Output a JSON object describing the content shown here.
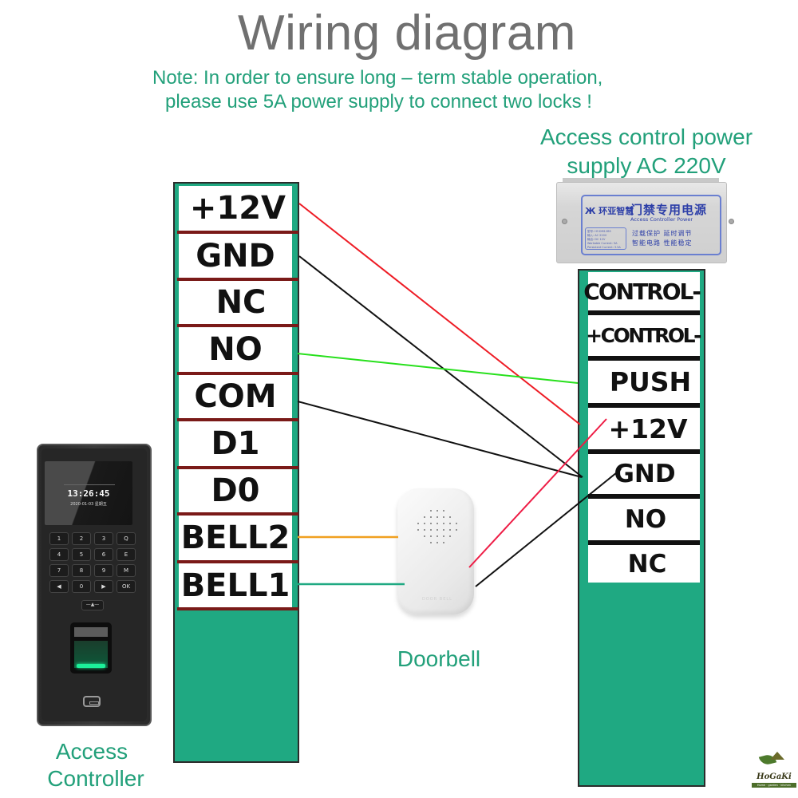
{
  "title": "Wiring diagram",
  "note": {
    "line1": "Note: In order to ensure long – term stable operation,",
    "line2": "please use 5A power supply to connect two locks !"
  },
  "power_supply": {
    "label_line1": "Access control power",
    "label_line2": "supply AC 220V",
    "device": {
      "brand": "环亚智慧",
      "title_cn": "门禁专用电源",
      "title_en": "Access Controller Power",
      "features_line1": "过载保护  延时调节",
      "features_line2": "智能电路  性能稳定",
      "spec_lines": [
        "型号: HY-DM12B5",
        "输入: AC 220V",
        "输出: DC 12V",
        "Workable Current: 5A",
        "Persistent Current: 3.5A"
      ]
    },
    "terminals": [
      {
        "id": "control-minus",
        "label": "CONTROL-"
      },
      {
        "id": "plus-control-minus",
        "label": "+CONTROL-"
      },
      {
        "id": "push",
        "label": "PUSH"
      },
      {
        "id": "plus12v",
        "label": "+12V"
      },
      {
        "id": "gnd",
        "label": "GND"
      },
      {
        "id": "no",
        "label": "NO"
      },
      {
        "id": "nc",
        "label": "NC"
      }
    ]
  },
  "access_controller": {
    "label_line1": "Access",
    "label_line2": "Controller",
    "screen_time": "13:26:45",
    "screen_date": "2020-01-03 星期五",
    "keys": [
      "1",
      "2",
      "3",
      "Q",
      "4",
      "5",
      "6",
      "E",
      "7",
      "8",
      "9",
      "M",
      "◀",
      "0",
      "▶",
      "OK"
    ],
    "bell_key": "-🔔-",
    "terminals": [
      {
        "id": "plus12v",
        "label": "+12V"
      },
      {
        "id": "gnd",
        "label": "GND"
      },
      {
        "id": "nc",
        "label": "NC"
      },
      {
        "id": "no",
        "label": "NO"
      },
      {
        "id": "com",
        "label": "COM"
      },
      {
        "id": "d1",
        "label": "D1"
      },
      {
        "id": "d0",
        "label": "D0"
      },
      {
        "id": "bell2",
        "label": "BELL2"
      },
      {
        "id": "bell1",
        "label": "BELL1"
      }
    ]
  },
  "doorbell": {
    "label": "Doorbell",
    "brand_text": "DOOR BELL"
  },
  "wires": [
    {
      "from": "access_controller.+12V",
      "to": "power_supply.+12V",
      "color": "#ee1c25"
    },
    {
      "from": "access_controller.GND",
      "to": "power_supply.GND",
      "color": "#111111"
    },
    {
      "from": "access_controller.NO",
      "to": "power_supply.PUSH",
      "color": "#27e01c"
    },
    {
      "from": "access_controller.COM",
      "to": "power_supply.GND",
      "color": "#111111"
    },
    {
      "from": "access_controller.BELL2",
      "to": "doorbell",
      "color": "#f0a020"
    },
    {
      "from": "access_controller.BELL1",
      "to": "doorbell",
      "color": "#1fa982"
    },
    {
      "from": "doorbell",
      "to": "power_supply.+12V",
      "color": "#ee1c45"
    },
    {
      "from": "doorbell",
      "to": "power_supply.GND",
      "color": "#111111"
    }
  ],
  "logo": {
    "name": "HoGaKi",
    "tagline": "Home · garden · kitchen"
  },
  "colors": {
    "accent_green": "#22a07a",
    "terminal_teal": "#1fa982",
    "title_gray": "#707070",
    "separator_red": "#7a1a18"
  }
}
